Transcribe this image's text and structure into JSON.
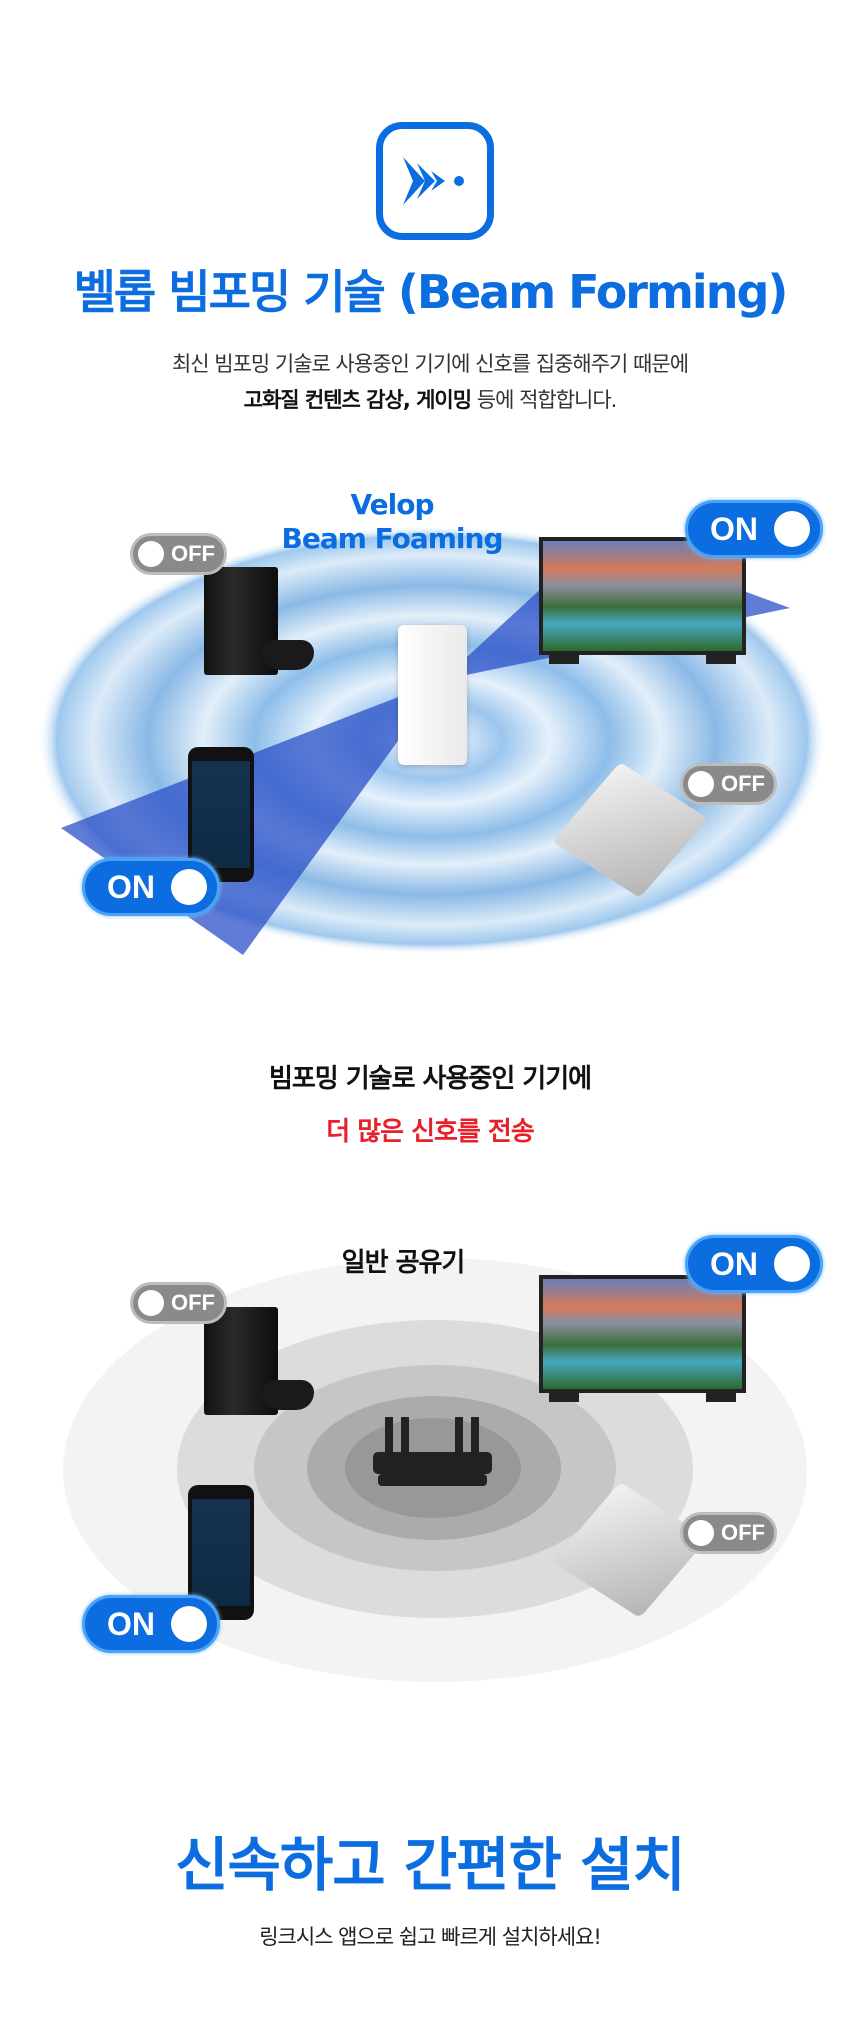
{
  "header": {
    "icon": "beam-forming-icon",
    "title": "벨롭 빔포밍 기술 (Beam Forming)",
    "desc_line1": "최신 빔포밍 기술로 사용중인 기기에 신호를 집중해주기 때문에",
    "desc_line2_bold": "고화질 컨텐츠 감상, 게이밍",
    "desc_line2_rest": " 등에 적합합니다."
  },
  "diagram_beam": {
    "label_line1": "Velop",
    "label_line2": "Beam Foaming",
    "toggles": {
      "console": "OFF",
      "tv": "ON",
      "phone": "ON",
      "laptop": "OFF"
    }
  },
  "caption": {
    "line1": "빔포밍 기술로 사용중인 기기에",
    "line2": "더 많은 신호를 전송"
  },
  "diagram_normal": {
    "label": "일반 공유기",
    "toggles": {
      "console": "OFF",
      "tv": "ON",
      "phone": "ON",
      "laptop": "OFF"
    }
  },
  "footer": {
    "title": "신속하고 간편한 설치",
    "desc": "링크시스 앱으로 쉽고 빠르게 설치하세요!"
  },
  "colors": {
    "brand_blue": "#0b6ddf",
    "highlight_red": "#e8202a",
    "off_gray": "#8a8a8a"
  }
}
